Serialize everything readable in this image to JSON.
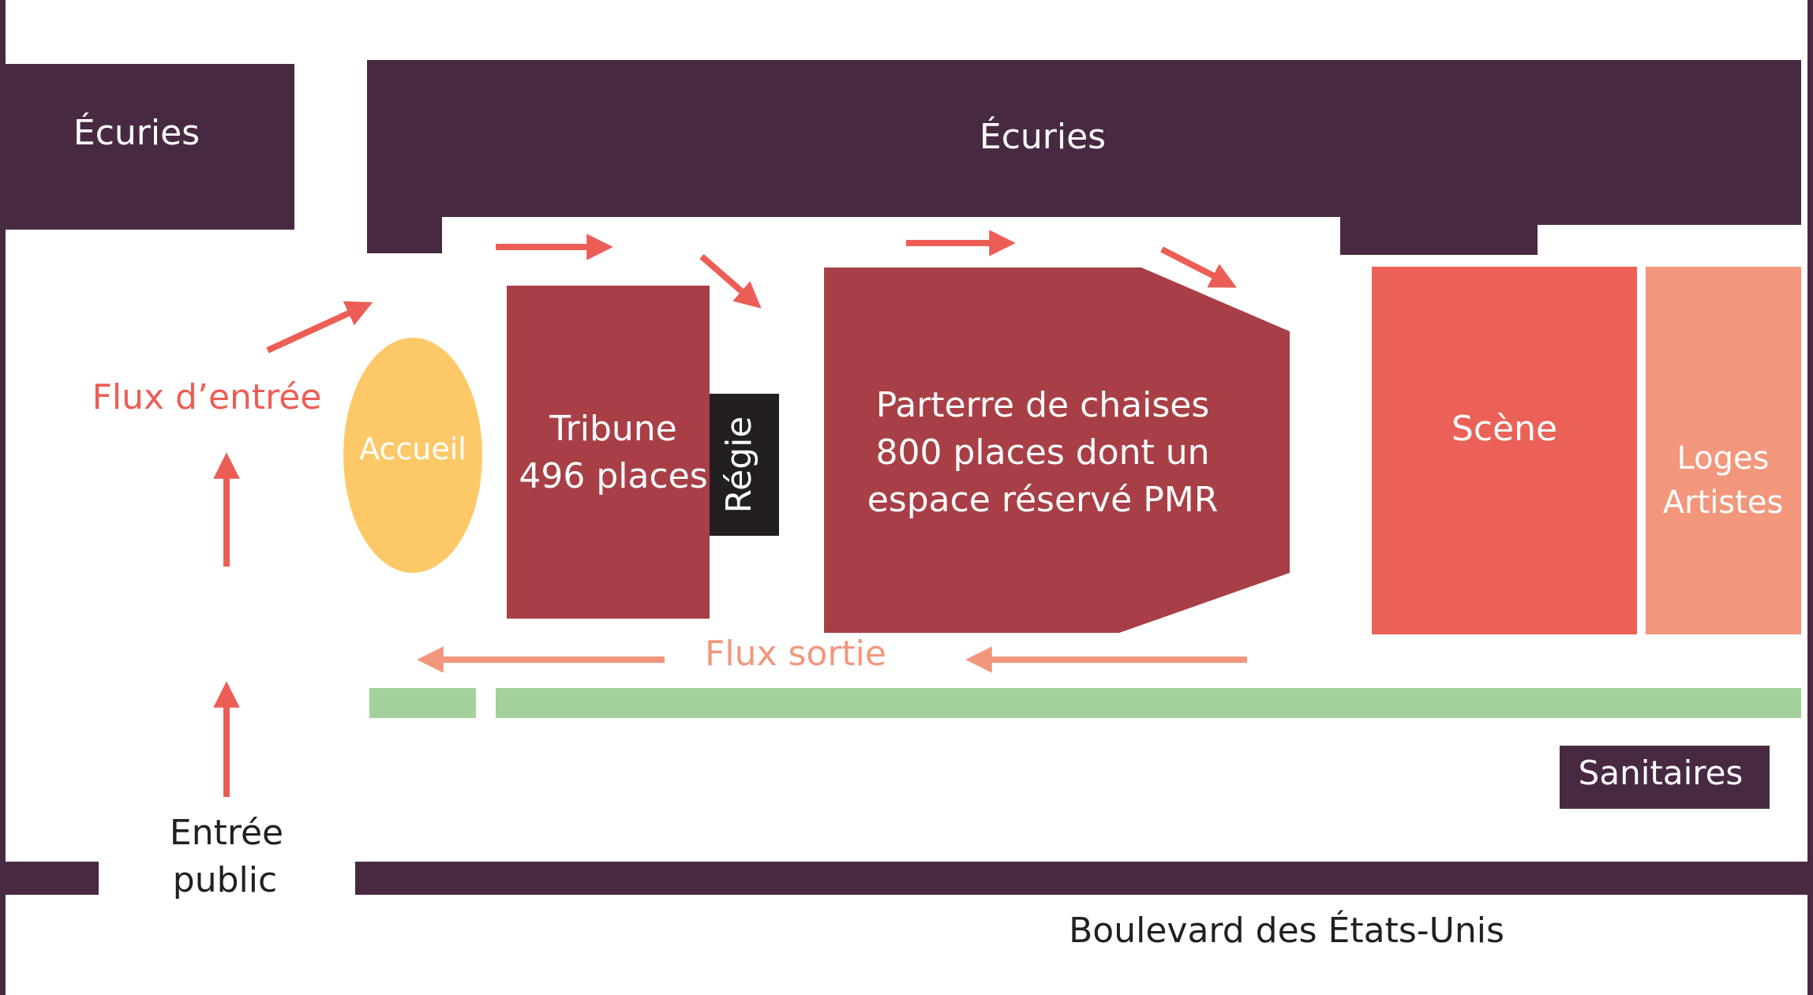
{
  "colors": {
    "wall": "#482942",
    "tribune": "#a83f47",
    "scene": "#ec6157",
    "loges": "#f2977c",
    "accueil": "#fdc968",
    "regie": "#231f20",
    "flux_entree": "#ec5e55",
    "flux_sortie": "#f2977c",
    "green": "#a4d19b",
    "text_dark": "#231f20",
    "text_light": "#ffffff"
  },
  "ecuries_left": {
    "label": "Écuries"
  },
  "ecuries_top": {
    "label": "Écuries"
  },
  "flux_entree": {
    "label": "Flux d’entrée"
  },
  "accueil": {
    "label": "Accueil"
  },
  "tribune": {
    "line1": "Tribune",
    "line2": "496 places"
  },
  "regie": {
    "label": "Régie"
  },
  "parterre": {
    "line1": "Parterre de chaises",
    "line2": "800 places dont un",
    "line3": "espace réservé PMR"
  },
  "scene": {
    "label": "Scène"
  },
  "loges": {
    "line1": "Loges",
    "line2": "Artistes"
  },
  "flux_sortie": {
    "label": "Flux sortie"
  },
  "sanitaires": {
    "label": "Sanitaires"
  },
  "entree_public": {
    "line1": "Entrée",
    "line2": "public"
  },
  "boulevard": {
    "label": "Boulevard des États-Unis"
  }
}
